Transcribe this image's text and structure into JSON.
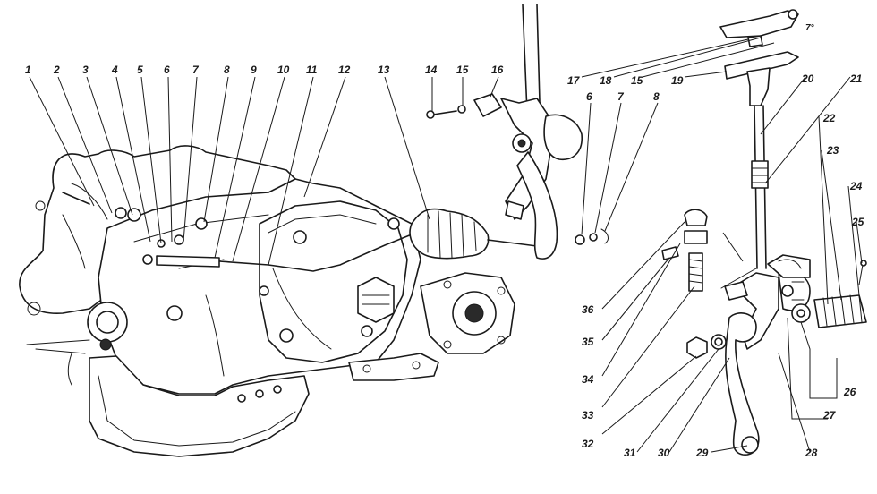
{
  "diagram": {
    "labels": [
      "1",
      "2",
      "3",
      "4",
      "5",
      "6",
      "7",
      "8",
      "9",
      "10",
      "11",
      "12",
      "13",
      "14",
      "15",
      "16",
      "6",
      "7",
      "8",
      "17",
      "18",
      "15",
      "7°",
      "19",
      "20",
      "21",
      "22",
      "23",
      "24",
      "25",
      "26",
      "27",
      "28",
      "29",
      "30",
      "31",
      "32",
      "33",
      "34",
      "35",
      "36"
    ]
  }
}
